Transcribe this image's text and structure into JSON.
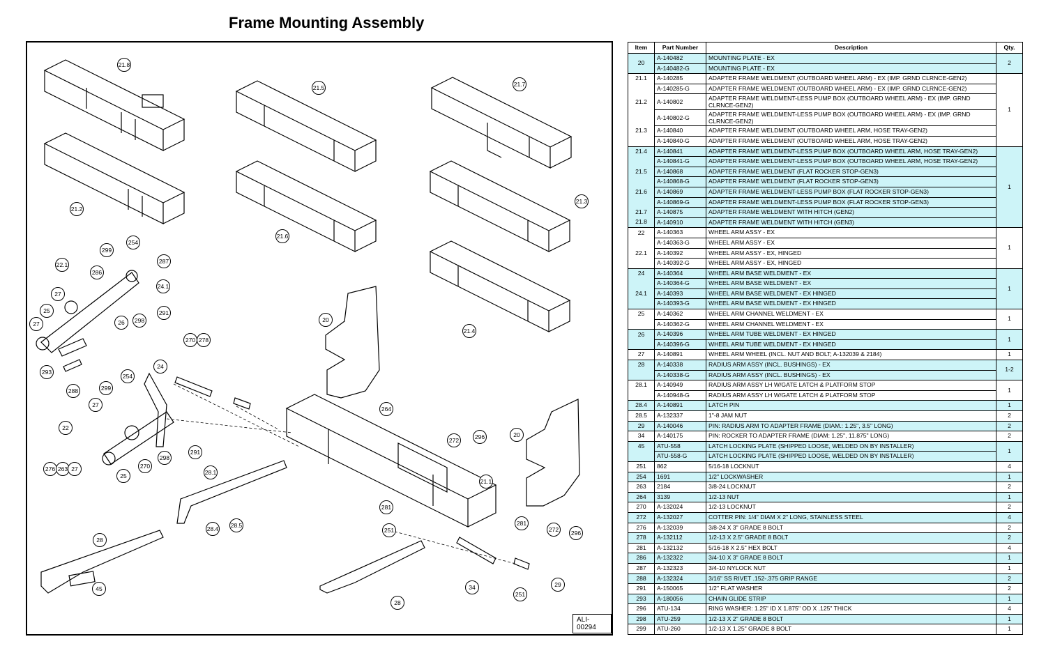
{
  "title": "Frame Mounting Assembly",
  "diagram_code": "ALI-00294",
  "table": {
    "headers": [
      "Item",
      "Part Number",
      "Description",
      "Qty."
    ],
    "groups": [
      {
        "item": [
          "20"
        ],
        "qty": "2",
        "blue": true,
        "rows": [
          {
            "part": "A-140482",
            "desc": "MOUNTING PLATE - EX"
          },
          {
            "part": "A-140482-G",
            "desc": "MOUNTING PLATE - EX"
          }
        ]
      },
      {
        "item": [
          "21.1",
          "",
          "21.2",
          "",
          "21.3",
          ""
        ],
        "qty": "1",
        "blue": false,
        "rows": [
          {
            "part": "A-140285",
            "desc": "ADAPTER FRAME WELDMENT (OUTBOARD WHEEL ARM) - EX (IMP. GRND CLRNCE-GEN2)"
          },
          {
            "part": "A-140285-G",
            "desc": "ADAPTER FRAME WELDMENT (OUTBOARD WHEEL ARM) - EX (IMP. GRND CLRNCE-GEN2)"
          },
          {
            "part": "A-140802",
            "desc": "ADAPTER FRAME WELDMENT-LESS PUMP BOX (OUTBOARD WHEEL ARM) - EX (IMP. GRND CLRNCE-GEN2)",
            "tall": true
          },
          {
            "part": "A-140802-G",
            "desc": "ADAPTER FRAME WELDMENT-LESS PUMP BOX (OUTBOARD WHEEL ARM) - EX (IMP. GRND CLRNCE-GEN2)",
            "tall": true
          },
          {
            "part": "A-140840",
            "desc": "ADAPTER FRAME WELDMENT (OUTBOARD WHEEL ARM, HOSE TRAY-GEN2)"
          },
          {
            "part": "A-140840-G",
            "desc": "ADAPTER FRAME WELDMENT (OUTBOARD WHEEL ARM, HOSE TRAY-GEN2)"
          }
        ]
      },
      {
        "item": [
          "21.4",
          "",
          "21.5",
          "",
          "21.6",
          "",
          "21.7",
          "21.8"
        ],
        "qty": "1",
        "blue": true,
        "rows": [
          {
            "part": "A-140841",
            "desc": "ADAPTER FRAME WELDMENT-LESS PUMP BOX (OUTBOARD WHEEL ARM, HOSE TRAY-GEN2)"
          },
          {
            "part": "A-140841-G",
            "desc": "ADAPTER FRAME WELDMENT-LESS PUMP BOX (OUTBOARD WHEEL ARM, HOSE TRAY-GEN2)"
          },
          {
            "part": "A-140868",
            "desc": "ADAPTER FRAME WELDMENT (FLAT ROCKER STOP-GEN3)"
          },
          {
            "part": "A-140868-G",
            "desc": "ADAPTER FRAME WELDMENT (FLAT ROCKER STOP-GEN3)"
          },
          {
            "part": "A-140869",
            "desc": "ADAPTER FRAME WELDMENT-LESS PUMP BOX (FLAT ROCKER STOP-GEN3)"
          },
          {
            "part": "A-140869-G",
            "desc": "ADAPTER FRAME WELDMENT-LESS PUMP BOX (FLAT ROCKER STOP-GEN3)"
          },
          {
            "part": "A-140875",
            "desc": "ADAPTER FRAME WELDMENT WITH HITCH (GEN2)"
          },
          {
            "part": "A-140910",
            "desc": "ADAPTER FRAME WELDMENT WITH HITCH (GEN3)"
          }
        ]
      },
      {
        "item": [
          "22",
          "",
          "22.1",
          ""
        ],
        "qty": "1",
        "blue": false,
        "rows": [
          {
            "part": "A-140363",
            "desc": "WHEEL ARM ASSY - EX"
          },
          {
            "part": "A-140363-G",
            "desc": "WHEEL ARM ASSY - EX"
          },
          {
            "part": "A-140392",
            "desc": "WHEEL ARM ASSY - EX, HINGED"
          },
          {
            "part": "A-140392-G",
            "desc": "WHEEL ARM ASSY - EX, HINGED"
          }
        ]
      },
      {
        "item": [
          "24",
          "",
          "24.1",
          ""
        ],
        "qty": "1",
        "blue": true,
        "rows": [
          {
            "part": "A-140364",
            "desc": "WHEEL ARM BASE WELDMENT - EX"
          },
          {
            "part": "A-140364-G",
            "desc": "WHEEL ARM BASE WELDMENT - EX"
          },
          {
            "part": "A-140393",
            "desc": "WHEEL ARM BASE WELDMENT - EX HINGED"
          },
          {
            "part": "A-140393-G",
            "desc": "WHEEL ARM BASE WELDMENT - EX HINGED"
          }
        ]
      },
      {
        "item": [
          "25",
          ""
        ],
        "qty": "1",
        "blue": false,
        "rows": [
          {
            "part": "A-140362",
            "desc": "WHEEL ARM CHANNEL WELDMENT - EX"
          },
          {
            "part": "A-140362-G",
            "desc": "WHEEL ARM CHANNEL WELDMENT - EX"
          }
        ]
      },
      {
        "item": [
          "26",
          ""
        ],
        "qty": "1",
        "blue": true,
        "rows": [
          {
            "part": "A-140396",
            "desc": "WHEEL ARM TUBE WELDMENT - EX HINGED"
          },
          {
            "part": "A-140396-G",
            "desc": "WHEEL ARM TUBE WELDMENT - EX HINGED"
          }
        ]
      },
      {
        "item": [
          "27"
        ],
        "qty": "1",
        "blue": false,
        "rows": [
          {
            "part": "A-140891",
            "desc": "WHEEL ARM WHEEL (INCL. NUT AND BOLT; A-132039 & 2184)"
          }
        ]
      },
      {
        "item": [
          "28",
          ""
        ],
        "qty": "1-2",
        "blue": true,
        "rows": [
          {
            "part": "A-140338",
            "desc": "RADIUS ARM ASSY (INCL. BUSHINGS) - EX"
          },
          {
            "part": "A-140338-G",
            "desc": "RADIUS ARM ASSY (INCL. BUSHINGS) - EX"
          }
        ]
      },
      {
        "item": [
          "28.1",
          ""
        ],
        "qty": "1",
        "blue": false,
        "rows": [
          {
            "part": "A-140949",
            "desc": "RADIUS ARM ASSY LH W/GATE LATCH & PLATFORM STOP"
          },
          {
            "part": "A-140948-G",
            "desc": "RADIUS ARM ASSY LH W/GATE LATCH & PLATFORM STOP"
          }
        ]
      },
      {
        "item": [
          "28.4"
        ],
        "qty": "1",
        "blue": true,
        "rows": [
          {
            "part": "A-140891",
            "desc": "LATCH PIN"
          }
        ]
      },
      {
        "item": [
          "28.5"
        ],
        "qty": "2",
        "blue": false,
        "rows": [
          {
            "part": "A-132337",
            "desc": "1\"-8 JAM NUT"
          }
        ]
      },
      {
        "item": [
          "29"
        ],
        "qty": "2",
        "blue": true,
        "rows": [
          {
            "part": "A-140046",
            "desc": "PIN: RADIUS ARM TO ADAPTER FRAME (DIAM.: 1.25\", 3.5\" LONG)"
          }
        ]
      },
      {
        "item": [
          "34"
        ],
        "qty": "2",
        "blue": false,
        "rows": [
          {
            "part": "A-140175",
            "desc": "PIN: ROCKER TO ADAPTER FRAME (DIAM: 1.25\", 11.875\" LONG)"
          }
        ]
      },
      {
        "item": [
          "45",
          ""
        ],
        "qty": "1",
        "blue": true,
        "rows": [
          {
            "part": "ATU-558",
            "desc": "LATCH LOCKING  PLATE (SHIPPED LOOSE, WELDED ON BY INSTALLER)"
          },
          {
            "part": "ATU-558-G",
            "desc": "LATCH LOCKING  PLATE (SHIPPED LOOSE, WELDED ON BY INSTALLER)"
          }
        ]
      },
      {
        "item": [
          "251"
        ],
        "qty": "4",
        "blue": false,
        "rows": [
          {
            "part": "862",
            "desc": "5/16-18 LOCKNUT"
          }
        ]
      },
      {
        "item": [
          "254"
        ],
        "qty": "1",
        "blue": true,
        "rows": [
          {
            "part": "1691",
            "desc": "1/2\" LOCKWASHER"
          }
        ]
      },
      {
        "item": [
          "263"
        ],
        "qty": "2",
        "blue": false,
        "rows": [
          {
            "part": "2184",
            "desc": "3/8-24 LOCKNUT"
          }
        ]
      },
      {
        "item": [
          "264"
        ],
        "qty": "1",
        "blue": true,
        "rows": [
          {
            "part": "3139",
            "desc": "1/2-13 NUT"
          }
        ]
      },
      {
        "item": [
          "270"
        ],
        "qty": "2",
        "blue": false,
        "rows": [
          {
            "part": "A-132024",
            "desc": "1/2-13 LOCKNUT"
          }
        ]
      },
      {
        "item": [
          "272"
        ],
        "qty": "4",
        "blue": true,
        "rows": [
          {
            "part": "A-132027",
            "desc": "COTTER PIN: 1/4\" DIAM X 2\" LONG, STAINLESS STEEL"
          }
        ]
      },
      {
        "item": [
          "276"
        ],
        "qty": "2",
        "blue": false,
        "rows": [
          {
            "part": "A-132039",
            "desc": "3/8-24 X 3\" GRADE 8 BOLT"
          }
        ]
      },
      {
        "item": [
          "278"
        ],
        "qty": "2",
        "blue": true,
        "rows": [
          {
            "part": "A-132112",
            "desc": "1/2-13 X 2.5\" GRADE 8 BOLT"
          }
        ]
      },
      {
        "item": [
          "281"
        ],
        "qty": "4",
        "blue": false,
        "rows": [
          {
            "part": "A-132132",
            "desc": "5/16-18 X 2.5\" HEX BOLT"
          }
        ]
      },
      {
        "item": [
          "286"
        ],
        "qty": "1",
        "blue": true,
        "rows": [
          {
            "part": "A-132322",
            "desc": "3/4-10 X 3\" GRADE 8 BOLT"
          }
        ]
      },
      {
        "item": [
          "287"
        ],
        "qty": "1",
        "blue": false,
        "rows": [
          {
            "part": "A-132323",
            "desc": "3/4-10 NYLOCK NUT"
          }
        ]
      },
      {
        "item": [
          "288"
        ],
        "qty": "2",
        "blue": true,
        "rows": [
          {
            "part": "A-132324",
            "desc": "3/16\" SS RIVET .152-.375 GRIP RANGE"
          }
        ]
      },
      {
        "item": [
          "291"
        ],
        "qty": "2",
        "blue": false,
        "rows": [
          {
            "part": "A-150065",
            "desc": "1/2\" FLAT WASHER"
          }
        ]
      },
      {
        "item": [
          "293"
        ],
        "qty": "1",
        "blue": true,
        "rows": [
          {
            "part": "A-180056",
            "desc": "CHAIN GLIDE STRIP"
          }
        ]
      },
      {
        "item": [
          "296"
        ],
        "qty": "4",
        "blue": false,
        "rows": [
          {
            "part": "ATU-134",
            "desc": "RING WASHER: 1.25\" ID X 1.875\" OD X .125\" THICK"
          }
        ]
      },
      {
        "item": [
          "298"
        ],
        "qty": "1",
        "blue": true,
        "rows": [
          {
            "part": "ATU-259",
            "desc": "1/2-13 X 2\" GRADE 8 BOLT"
          }
        ]
      },
      {
        "item": [
          "299"
        ],
        "qty": "1",
        "blue": false,
        "rows": [
          {
            "part": "ATU-260",
            "desc": "1/2-13 X 1.25\" GRADE 8 BOLT"
          }
        ]
      }
    ]
  },
  "callouts": [
    "21.8",
    "21.5",
    "21.7",
    "21.2",
    "21.6",
    "21.3",
    "21.4",
    "20",
    "20",
    "299",
    "254",
    "287",
    "22.1",
    "286",
    "24.1",
    "27",
    "291",
    "25",
    "26",
    "298",
    "27",
    "270",
    "278",
    "293",
    "288",
    "24",
    "299",
    "254",
    "27",
    "22",
    "264",
    "272",
    "296",
    "291",
    "298",
    "270",
    "25",
    "276",
    "263",
    "27",
    "28.1",
    "28.4",
    "28.5",
    "21.1",
    "281",
    "251",
    "281",
    "272",
    "296",
    "28",
    "45",
    "34",
    "251",
    "29",
    "28"
  ]
}
